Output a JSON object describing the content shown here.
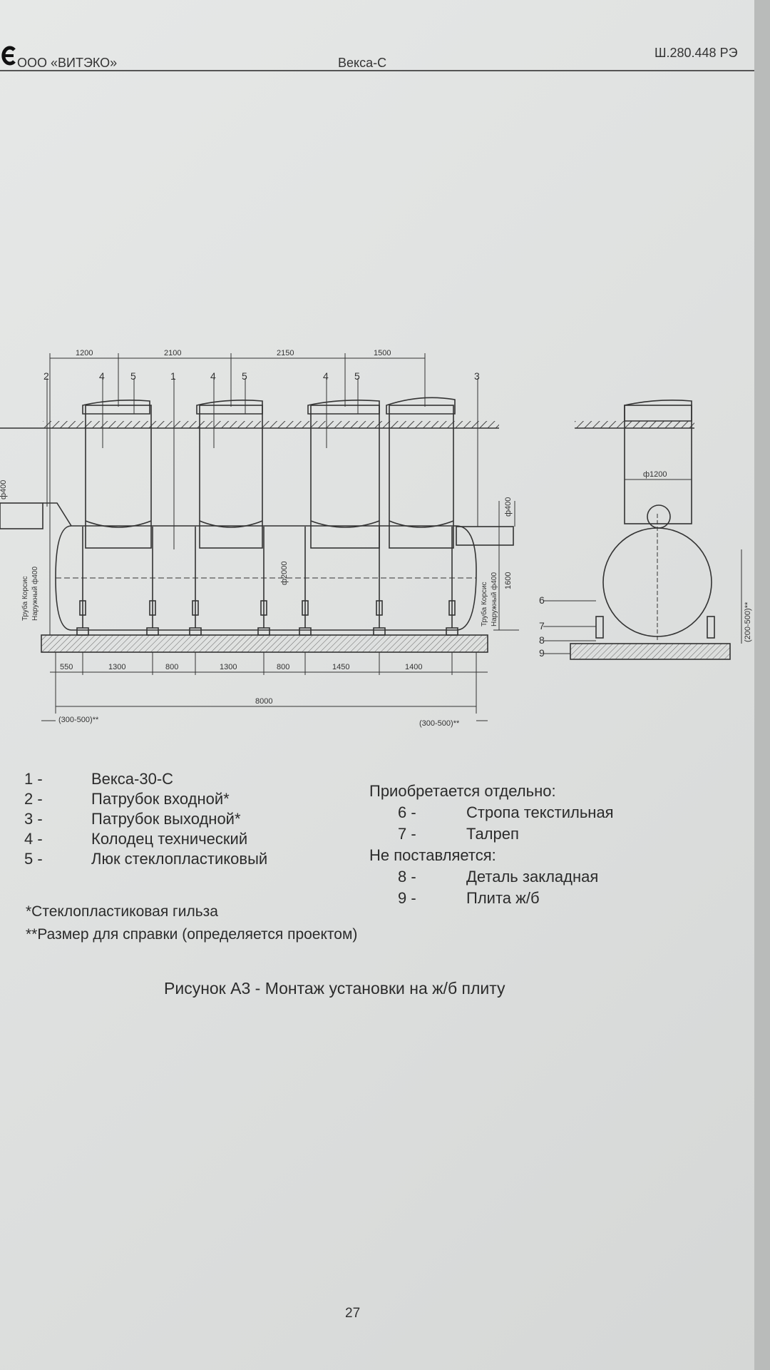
{
  "header": {
    "company": "ООО «ВИТЭКО»",
    "product": "Векса-С",
    "doc_code": "Ш.280.448 РЭ"
  },
  "drawing": {
    "top_dims": [
      "1200",
      "2100",
      "2150",
      "1500"
    ],
    "bottom_dims": [
      "550",
      "1300",
      "800",
      "1300",
      "800",
      "1450",
      "1400"
    ],
    "overall": "8000",
    "offset_left": "(300-500)**",
    "offset_right": "(300-500)**",
    "height_dim": "ф2000",
    "side_dim_top": "ф400",
    "side_dim_total": "1600",
    "left_pipe_dim": "ф400",
    "left_pipe_label_1": "Труба Корсис",
    "left_pipe_label_2": "Наружный ф400",
    "right_pipe_label_1": "Труба Корсис",
    "right_pipe_label_2": "Наружный ф400",
    "side_view_dia": "ф1200",
    "side_view_offset": "(200-500)**",
    "callouts_top": [
      "2",
      "4",
      "5",
      "1",
      "4",
      "5",
      "4",
      "5",
      "3"
    ],
    "callouts_side": [
      "6",
      "7",
      "8",
      "9"
    ]
  },
  "legend_left": [
    {
      "num": "1 -",
      "text": "Векса-30-С"
    },
    {
      "num": "2 -",
      "text": "Патрубок входной*"
    },
    {
      "num": "3 -",
      "text": "Патрубок выходной*"
    },
    {
      "num": "4 -",
      "text": "Колодец технический"
    },
    {
      "num": "5 -",
      "text": "Люк стеклопластиковый"
    }
  ],
  "legend_right": {
    "heading1": "Приобретается отдельно:",
    "items1": [
      {
        "num": "6 -",
        "text": "Стропа текстильная"
      },
      {
        "num": "7 -",
        "text": "Талреп"
      }
    ],
    "heading2": "Не поставляется:",
    "items2": [
      {
        "num": "8 -",
        "text": "Деталь закладная"
      },
      {
        "num": "9 -",
        "text": "Плита ж/б"
      }
    ]
  },
  "notes": [
    "*Стеклопластиковая гильза",
    "**Размер для справки (определяется проектом)"
  ],
  "caption": "Рисунок А3 - Монтаж установки на ж/б плиту",
  "page_number": "27"
}
